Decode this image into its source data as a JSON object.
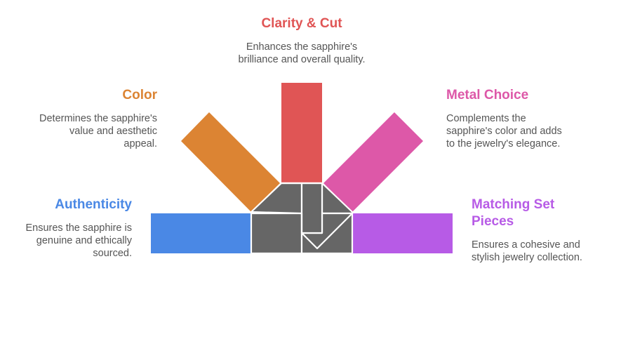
{
  "items": {
    "clarity": {
      "title": "Clarity & Cut",
      "desc_lines": [
        "Enhances the sapphire's",
        "brilliance and overall quality."
      ],
      "color": "#E05555"
    },
    "color": {
      "title": "Color",
      "desc_lines": [
        "Determines the sapphire's",
        "value and aesthetic",
        "appeal."
      ],
      "color": "#DC8433"
    },
    "metal": {
      "title": "Metal Choice",
      "desc_lines": [
        "Complements the",
        "sapphire's color and adds",
        "to the jewelry's elegance."
      ],
      "color": "#DD58A8"
    },
    "authenticity": {
      "title": "Authenticity",
      "desc_lines": [
        "Ensures the sapphire is",
        "genuine and ethically",
        "sourced."
      ],
      "color": "#4A88E5"
    },
    "matching": {
      "title_lines": [
        "Matching Set",
        "Pieces"
      ],
      "desc_lines": [
        "Ensures a cohesive and",
        "stylish jewelry collection."
      ],
      "color": "#B75BE6"
    }
  },
  "hub_color": "#666666"
}
